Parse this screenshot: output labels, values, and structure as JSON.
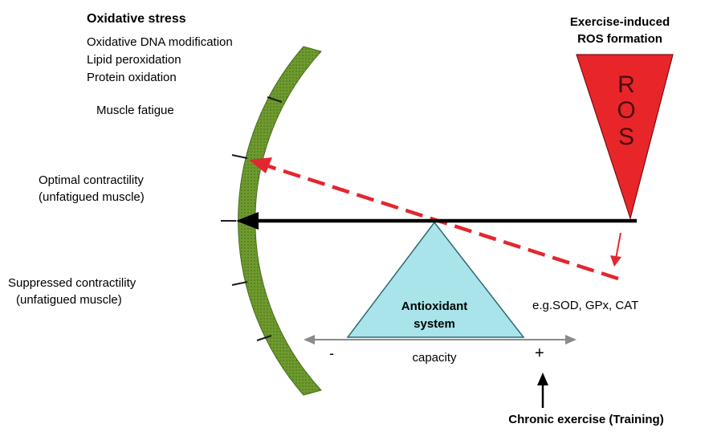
{
  "oxidative_stress": {
    "title": "Oxidative stress",
    "items": [
      "Oxidative DNA modification",
      "Lipid peroxidation",
      "Protein oxidation"
    ]
  },
  "muscle_fatigue": "Muscle fatigue",
  "optimal": {
    "line1": "Optimal contractility",
    "line2": "(unfatigued muscle)"
  },
  "suppressed": {
    "line1": "Suppressed contractility",
    "line2": "(unfatigued muscle)"
  },
  "ros_source": {
    "line1": "Exercise-induced",
    "line2": "ROS formation"
  },
  "ros_triangle": {
    "letters": [
      "R",
      "O",
      "S"
    ]
  },
  "antioxidant": {
    "line1": "Antioxidant",
    "line2": "system"
  },
  "enzymes": "e.g.SOD, GPx, CAT",
  "capacity": {
    "minus": "-",
    "label": "capacity",
    "plus": "+"
  },
  "chronic_exercise": "Chronic exercise (Training)",
  "colors": {
    "arc_green": "#6e9a2e",
    "ros_red": "#e8262a",
    "triangle_cyan": "#a8e4ea",
    "dashed_red": "#e3262f",
    "axis_gray": "#8a8a8a"
  }
}
